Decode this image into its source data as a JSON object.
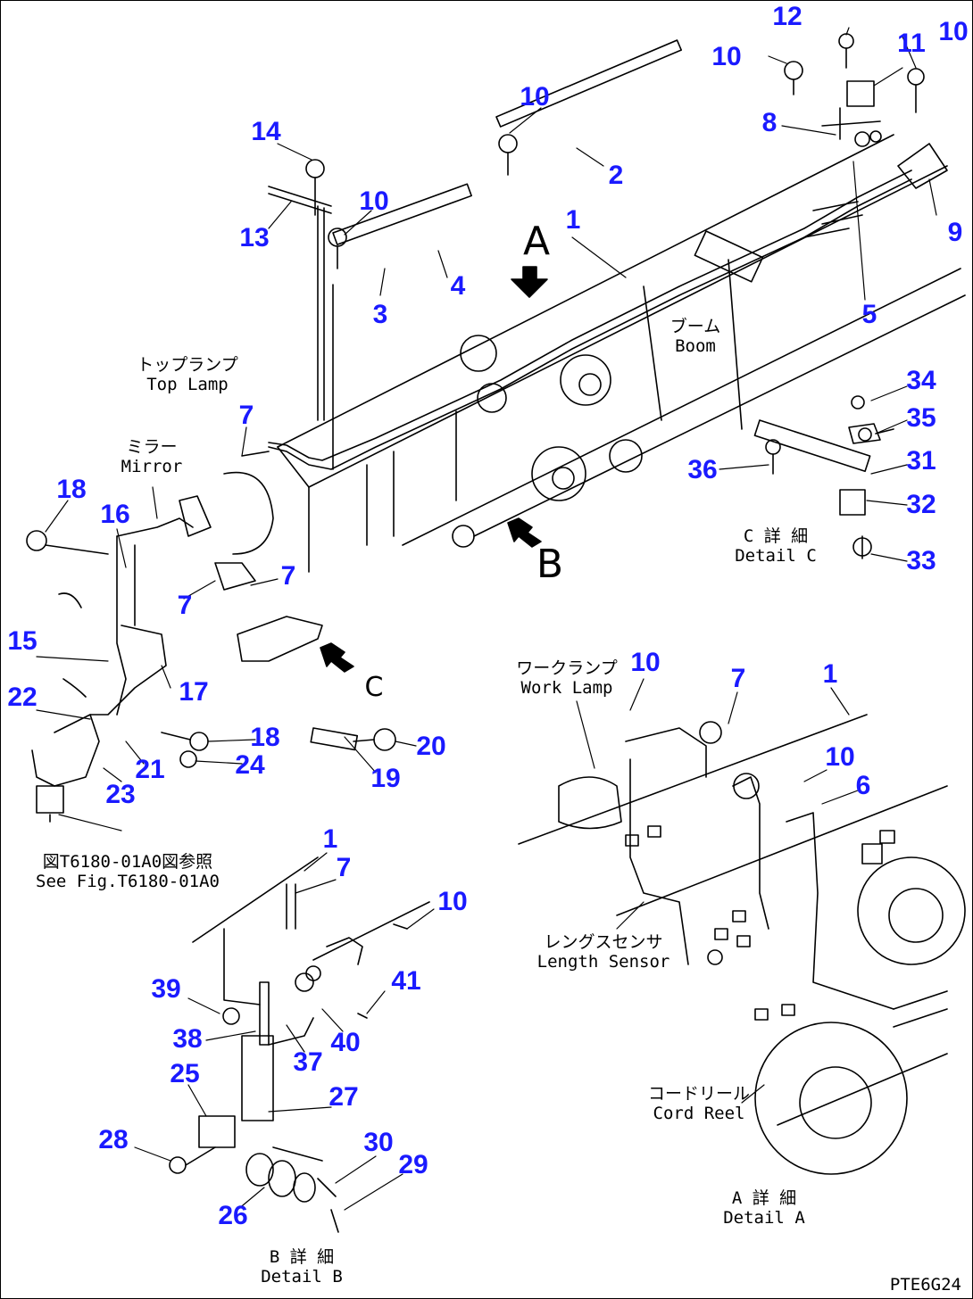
{
  "document_code": "PTE6G24",
  "callouts": [
    {
      "n": "12"
    },
    {
      "n": "10"
    },
    {
      "n": "11"
    },
    {
      "n": "10"
    },
    {
      "n": "10"
    },
    {
      "n": "8"
    },
    {
      "n": "2"
    },
    {
      "n": "14"
    },
    {
      "n": "10"
    },
    {
      "n": "1"
    },
    {
      "n": "9"
    },
    {
      "n": "13"
    },
    {
      "n": "4"
    },
    {
      "n": "3"
    },
    {
      "n": "5"
    },
    {
      "n": "34"
    },
    {
      "n": "35"
    },
    {
      "n": "7"
    },
    {
      "n": "31"
    },
    {
      "n": "36"
    },
    {
      "n": "32"
    },
    {
      "n": "18"
    },
    {
      "n": "16"
    },
    {
      "n": "33"
    },
    {
      "n": "7"
    },
    {
      "n": "7"
    },
    {
      "n": "15"
    },
    {
      "n": "10"
    },
    {
      "n": "7"
    },
    {
      "n": "1"
    },
    {
      "n": "17"
    },
    {
      "n": "22"
    },
    {
      "n": "18"
    },
    {
      "n": "20"
    },
    {
      "n": "24"
    },
    {
      "n": "21"
    },
    {
      "n": "10"
    },
    {
      "n": "6"
    },
    {
      "n": "23"
    },
    {
      "n": "19"
    },
    {
      "n": "1"
    },
    {
      "n": "7"
    },
    {
      "n": "10"
    },
    {
      "n": "41"
    },
    {
      "n": "39"
    },
    {
      "n": "40"
    },
    {
      "n": "38"
    },
    {
      "n": "37"
    },
    {
      "n": "25"
    },
    {
      "n": "27"
    },
    {
      "n": "28"
    },
    {
      "n": "30"
    },
    {
      "n": "29"
    },
    {
      "n": "26"
    }
  ],
  "notes": {
    "top_lamp": "トップランプ\nTop Lamp",
    "mirror": "ミラー\nMirror",
    "boom": "ブーム\nBoom",
    "detail_c": "C 詳 細\nDetail C",
    "see_fig": "図T6180-01A0図参照\nSee Fig.T6180-01A0",
    "work_lamp": "ワークランプ\nWork Lamp",
    "length_sensor": "レングスセンサ\nLength Sensor",
    "cord_reel": "コードリール\nCord Reel",
    "detail_a": "A 詳 細\nDetail A",
    "detail_b": "B 詳 細\nDetail B"
  },
  "view_letters": {
    "a": "A",
    "b": "B",
    "c": "C"
  },
  "colors": {
    "callout": "#1a1aff",
    "line": "#000000",
    "background": "#ffffff"
  }
}
